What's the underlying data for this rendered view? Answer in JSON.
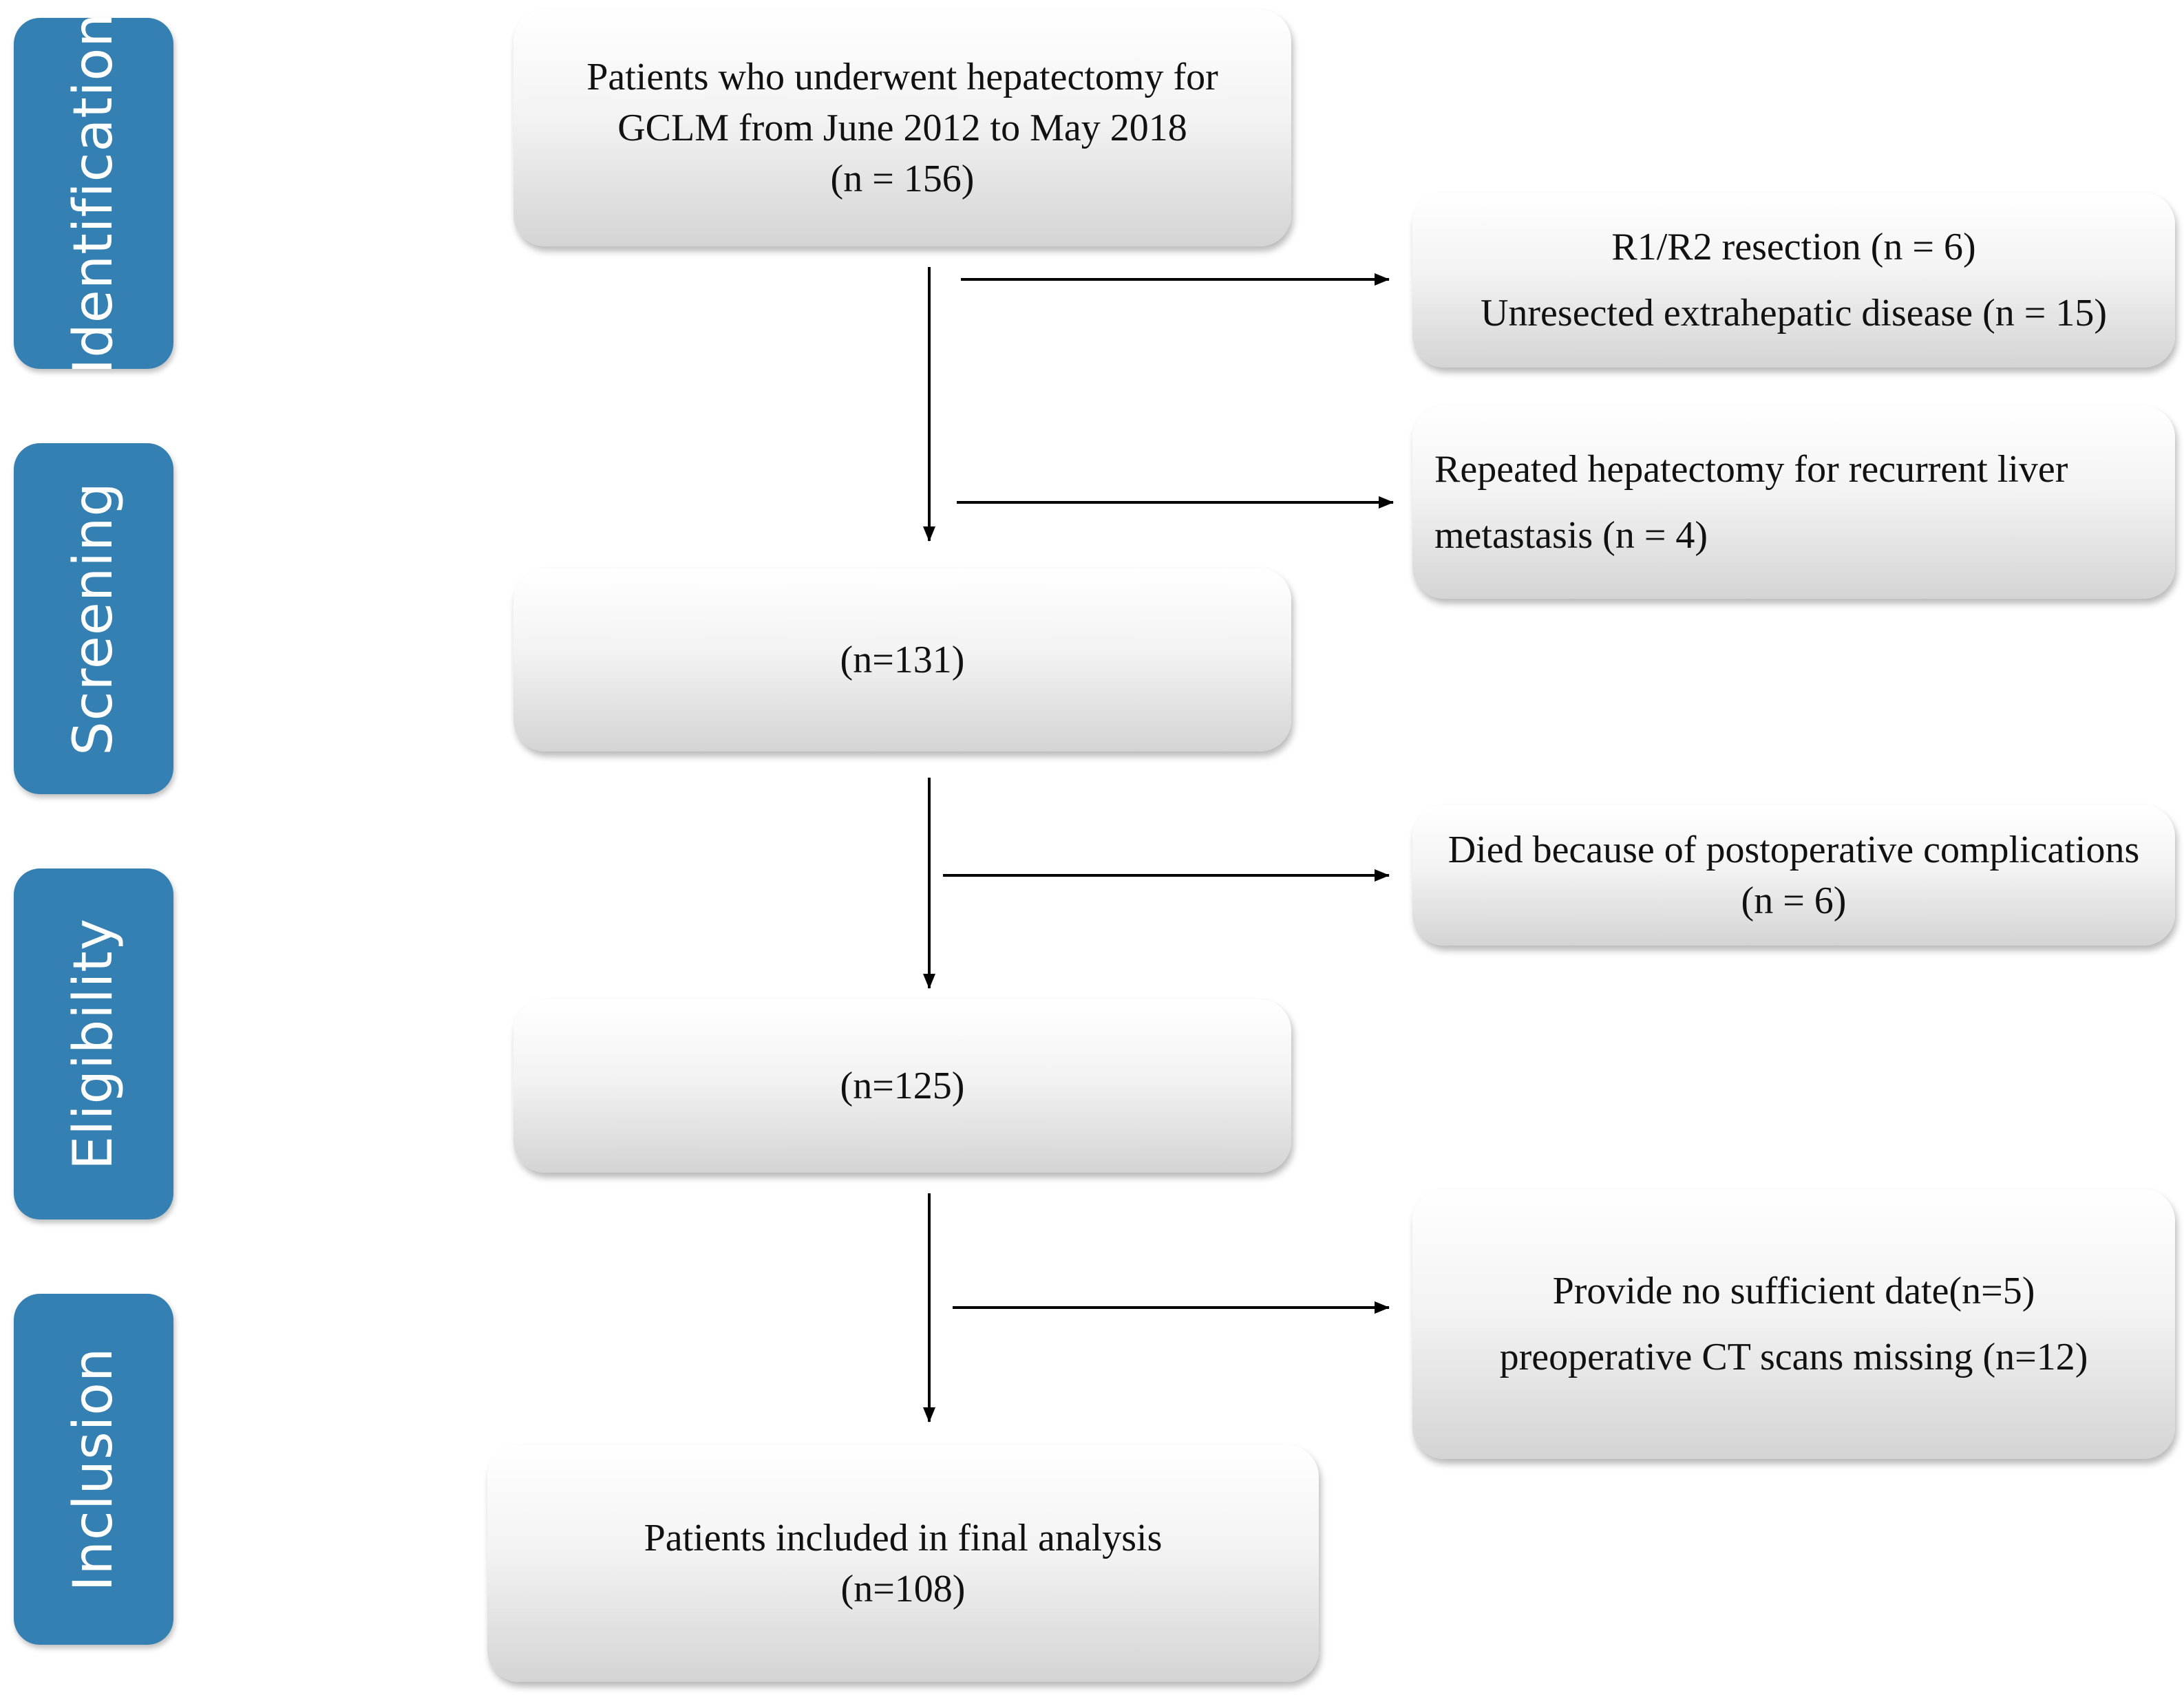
{
  "stages": [
    {
      "id": "identification",
      "label": "Identification"
    },
    {
      "id": "screening",
      "label": "Screening"
    },
    {
      "id": "eligibility",
      "label": "Eligibility"
    },
    {
      "id": "inclusion",
      "label": "Inclusion"
    }
  ],
  "main_boxes": {
    "initial": {
      "lines": [
        "Patients who underwent hepatectomy  for",
        "GCLM from June 2012 to May 2018",
        "(n = 156)"
      ]
    },
    "screened": {
      "lines": [
        "(n=131)"
      ]
    },
    "eligible": {
      "lines": [
        "(n=125)"
      ]
    },
    "final": {
      "lines": [
        "Patients included in final analysis",
        "(n=108)"
      ]
    }
  },
  "exclusion_boxes": {
    "resection": {
      "lines": [
        "R1/R2 resection (n = 6)",
        "Unresected extrahepatic disease (n = 15)"
      ]
    },
    "repeated": {
      "lines": [
        "Repeated hepatectomy for recurrent liver",
        "metastasis (n = 4)"
      ]
    },
    "died": {
      "lines": [
        "Died because of postoperative complications",
        "(n = 6)"
      ]
    },
    "data": {
      "lines": [
        "Provide no sufficient date(n=5)",
        "preoperative CT scans missing (n=12)"
      ]
    }
  },
  "colors": {
    "stage_tab": "#3580b3",
    "stage_text": "#ffffff",
    "arrow": "#000000"
  }
}
